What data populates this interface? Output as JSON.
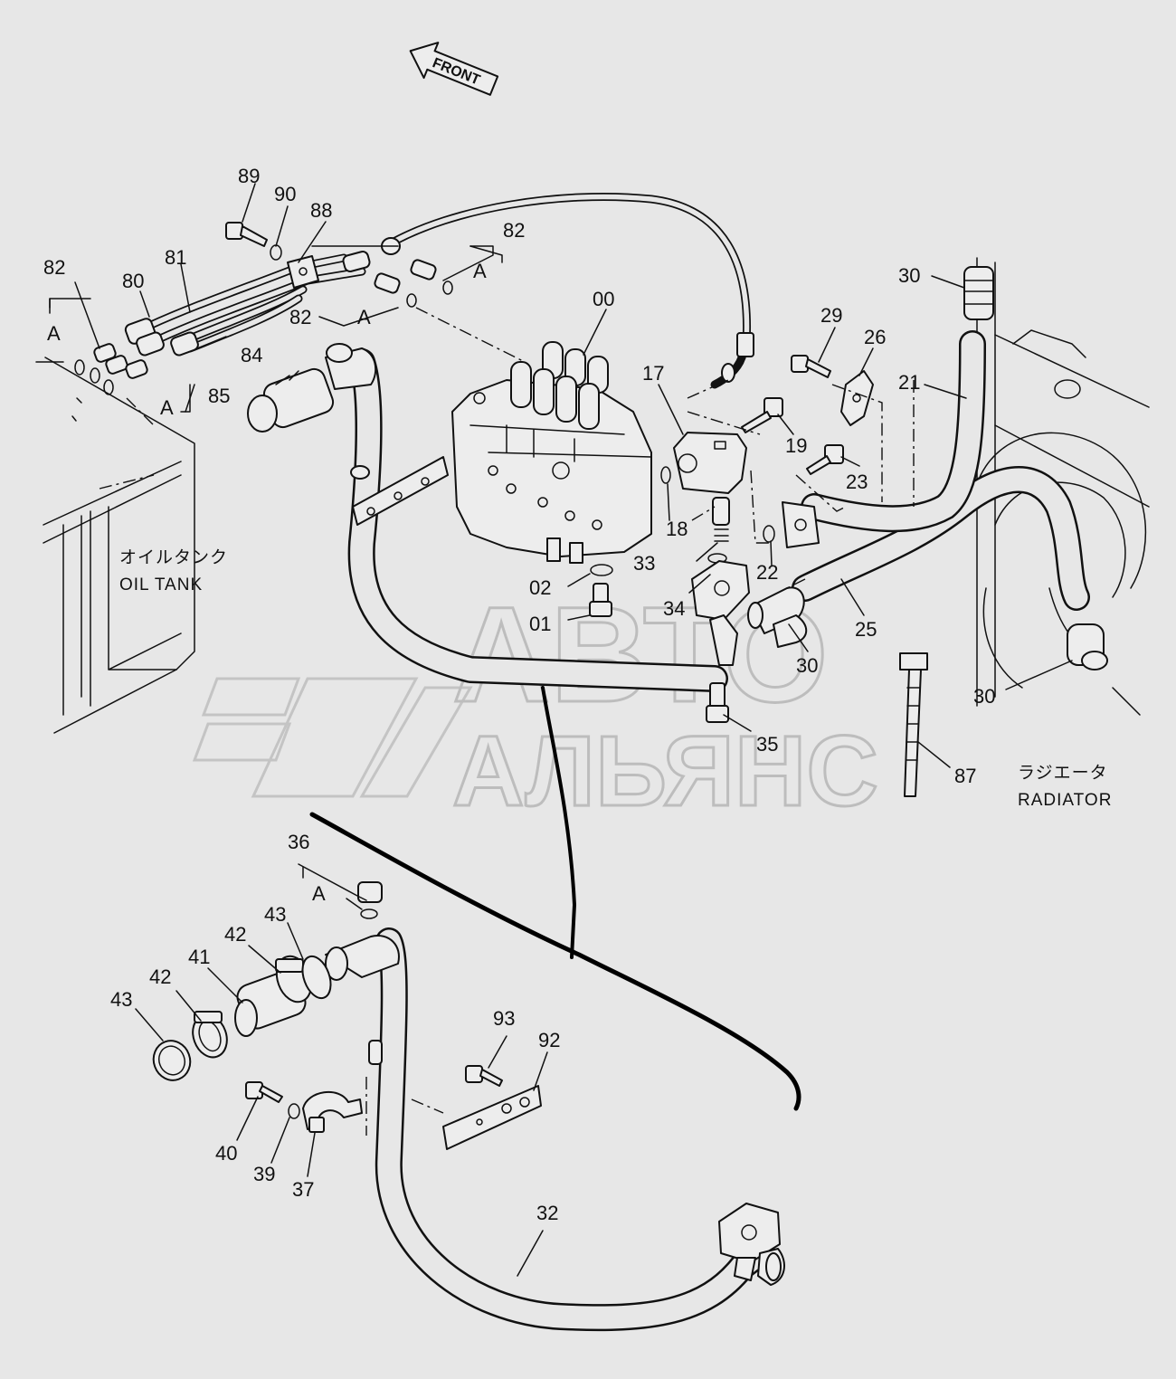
{
  "direction_arrow": {
    "text": "FRONT"
  },
  "labels": {
    "oil_tank_jp": "オイルタンク",
    "oil_tank_en": "OIL TANK",
    "radiator_jp": "ラジエータ",
    "radiator_en": "RADIATOR"
  },
  "watermark": {
    "line1": "АВТО",
    "line2": "АЛЬЯНС"
  },
  "callouts": {
    "c89": "89",
    "c90": "90",
    "c88": "88",
    "c81": "81",
    "c80": "80",
    "c82_left": "82",
    "c82_top": "82",
    "c82_mid": "82",
    "a_left": "A",
    "a_top": "A",
    "a_mid": "A",
    "a_bottom": "A",
    "a_36": "A",
    "c84": "84",
    "c85": "85",
    "c00": "00",
    "c17": "17",
    "c19": "19",
    "c18": "18",
    "c33": "33",
    "c02": "02",
    "c01": "01",
    "c34": "34",
    "c35": "35",
    "c22": "22",
    "c23": "23",
    "c29": "29",
    "c26": "26",
    "c21": "21",
    "c30_top": "30",
    "c30_mid": "30",
    "c30_right": "30",
    "c25": "25",
    "c87": "87",
    "c36": "36",
    "c43_top": "43",
    "c42_top": "42",
    "c41": "41",
    "c42_left": "42",
    "c43_left": "43",
    "c93": "93",
    "c92": "92",
    "c40": "40",
    "c39": "39",
    "c37": "37",
    "c32": "32"
  }
}
